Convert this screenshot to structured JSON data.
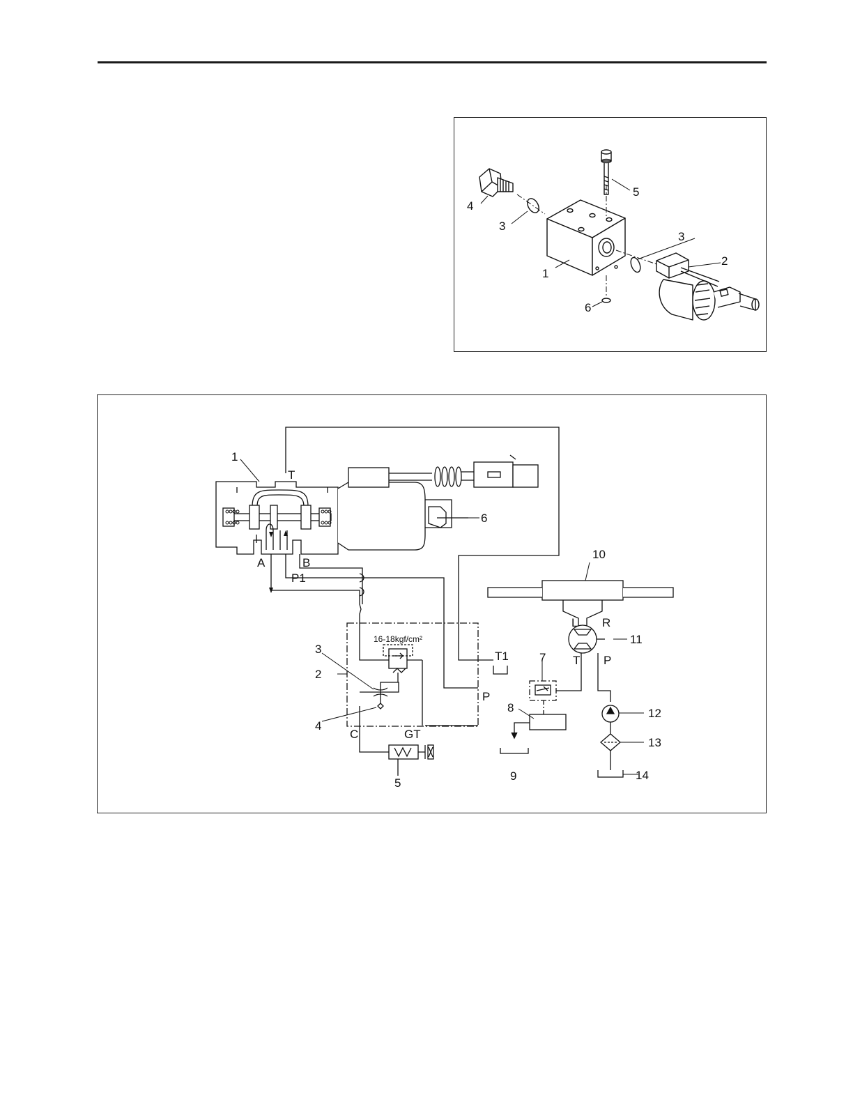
{
  "figure1": {
    "callouts": [
      "1",
      "2",
      "3",
      "3",
      "4",
      "5",
      "6"
    ]
  },
  "figure2": {
    "pressure_setting": "16-18kgf/cm²",
    "callouts": [
      "1",
      "2",
      "3",
      "4",
      "5",
      "6",
      "7",
      "8",
      "9",
      "10",
      "11",
      "12",
      "13",
      "14"
    ],
    "ports": {
      "T": "T",
      "A": "A",
      "B": "B",
      "P1": "P1",
      "T1": "T1",
      "P": "P",
      "C": "C",
      "GT": "GT",
      "L": "L",
      "R": "R",
      "T_unit": "T",
      "P_unit": "P"
    }
  }
}
